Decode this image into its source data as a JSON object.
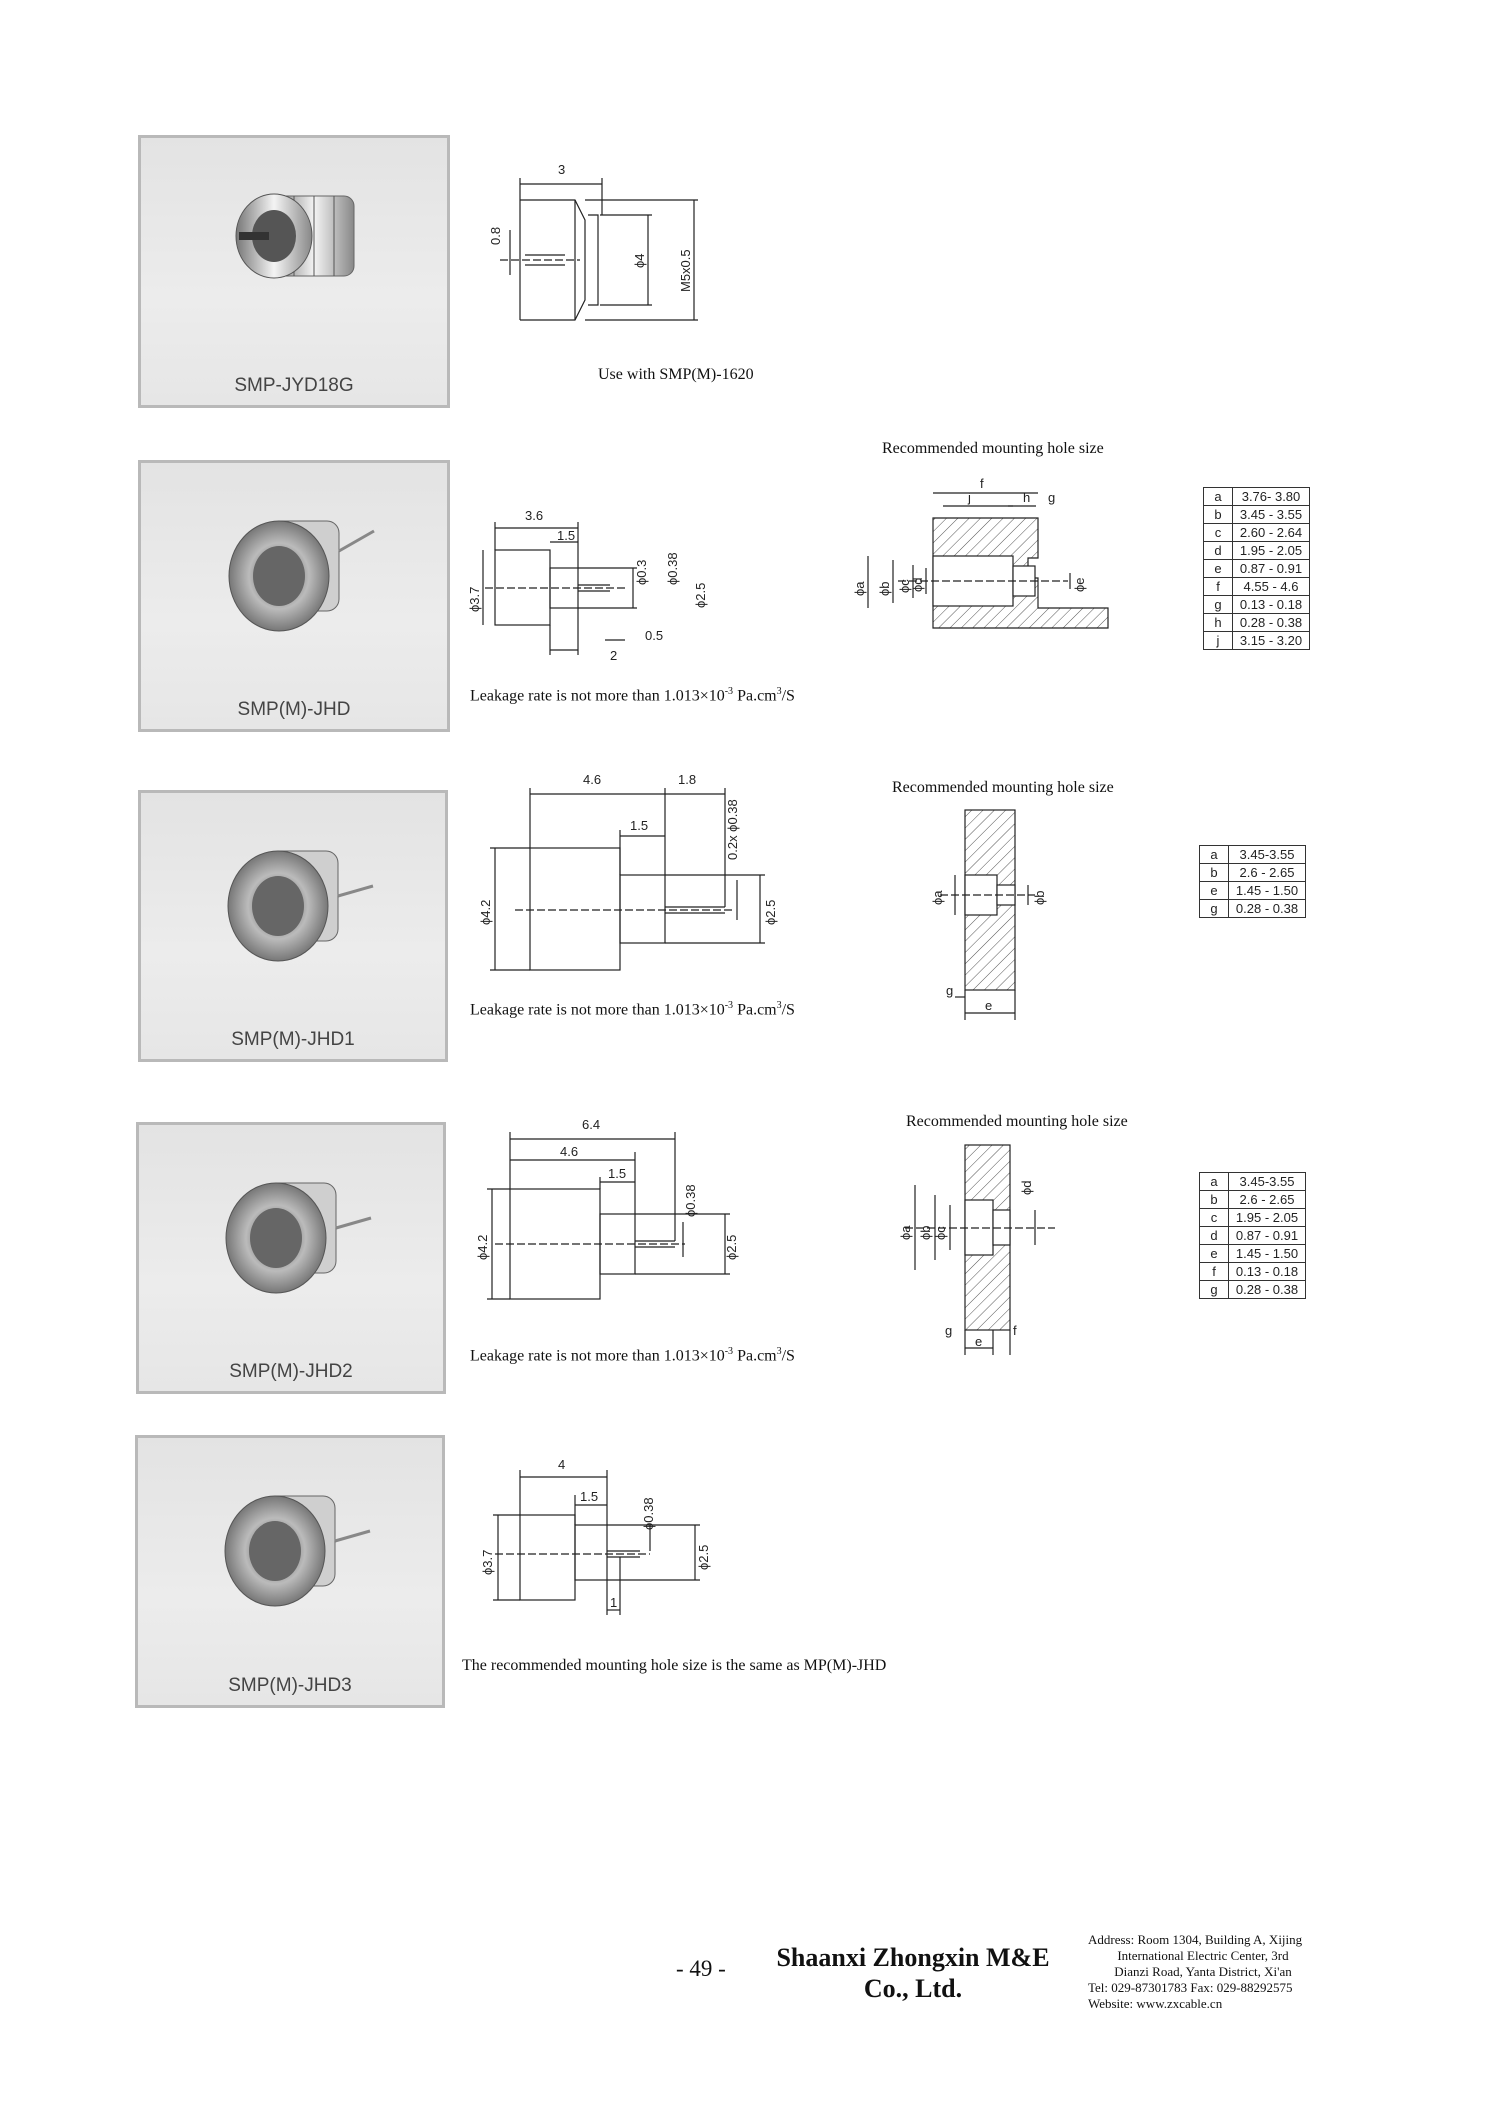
{
  "products": [
    {
      "name": "SMP-JYD18G",
      "note": "Use with SMP(M)-1620",
      "dims": [
        "3",
        "0.8",
        "ϕ4",
        "M5x0.5"
      ]
    },
    {
      "name": "SMP(M)-JHD",
      "note_pre": "Leakage rate is not more than 1.013×10",
      "note_exp": "-3",
      "note_mid": " Pa.cm",
      "note_exp2": "3",
      "note_post": "/S",
      "dims": [
        "3.6",
        "1.5",
        "ϕ0.3",
        "ϕ0.38",
        "ϕ3.7",
        "ϕ2.5",
        "2",
        "0.5"
      ],
      "hole_title": "Recommended mounting hole size",
      "hole_labels": [
        "f",
        "j",
        "h",
        "g",
        "ϕa",
        "ϕb",
        "ϕc",
        "ϕd",
        "ϕe"
      ],
      "table": [
        {
          "k": "a",
          "v": "3.76- 3.80"
        },
        {
          "k": "b",
          "v": "3.45 - 3.55"
        },
        {
          "k": "c",
          "v": "2.60 - 2.64"
        },
        {
          "k": "d",
          "v": "1.95 - 2.05"
        },
        {
          "k": "e",
          "v": "0.87 - 0.91"
        },
        {
          "k": "f",
          "v": "4.55 - 4.6"
        },
        {
          "k": "g",
          "v": "0.13 - 0.18"
        },
        {
          "k": "h",
          "v": "0.28 - 0.38"
        },
        {
          "k": "j",
          "v": "3.15 - 3.20"
        }
      ]
    },
    {
      "name": "SMP(M)-JHD1",
      "note_pre": "Leakage rate is not more than 1.013×10",
      "note_exp": "-3",
      "note_mid": " Pa.cm",
      "note_exp2": "3",
      "note_post": "/S",
      "dims": [
        "4.6",
        "1.8",
        "1.5",
        "0.2x ϕ0.38",
        "ϕ4.2",
        "ϕ2.5"
      ],
      "hole_title": "Recommended mounting hole size",
      "hole_labels": [
        "ϕa",
        "ϕb",
        "g",
        "e"
      ],
      "table": [
        {
          "k": "a",
          "v": "3.45-3.55"
        },
        {
          "k": "b",
          "v": "2.6 - 2.65"
        },
        {
          "k": "e",
          "v": "1.45 - 1.50"
        },
        {
          "k": "g",
          "v": "0.28 - 0.38"
        }
      ]
    },
    {
      "name": "SMP(M)-JHD2",
      "note_pre": "Leakage rate is not more than 1.013×10",
      "note_exp": "-3",
      "note_mid": " Pa.cm",
      "note_exp2": "3",
      "note_post": "/S",
      "dims": [
        "6.4",
        "4.6",
        "1.5",
        "ϕ0.38",
        "ϕ4.2",
        "ϕ2.5"
      ],
      "hole_title": "Recommended mounting hole size",
      "hole_labels": [
        "ϕa",
        "ϕb",
        "ϕc",
        "ϕd",
        "g",
        "e",
        "f"
      ],
      "table": [
        {
          "k": "a",
          "v": "3.45-3.55"
        },
        {
          "k": "b",
          "v": "2.6 - 2.65"
        },
        {
          "k": "c",
          "v": "1.95 - 2.05"
        },
        {
          "k": "d",
          "v": "0.87 - 0.91"
        },
        {
          "k": "e",
          "v": "1.45 - 1.50"
        },
        {
          "k": "f",
          "v": "0.13 - 0.18"
        },
        {
          "k": "g",
          "v": "0.28 - 0.38"
        }
      ]
    },
    {
      "name": "SMP(M)-JHD3",
      "note": "The recommended mounting hole size is the same as MP(M)-JHD",
      "dims": [
        "4",
        "1.5",
        "ϕ0.38",
        "ϕ3.7",
        "ϕ2.5",
        "1"
      ]
    }
  ],
  "footer": {
    "page": "- 49 -",
    "company_line1": "Shaanxi Zhongxin M&E",
    "company_line2": "Co., Ltd.",
    "addr1": "Address: Room 1304, Building A, Xijing",
    "addr2": "International Electric Center, 3rd",
    "addr3": "Dianzi Road, Yanta District, Xi'an",
    "tel": "Tel: 029-87301783    Fax: 029-88292575",
    "web": "Website: www.zxcable.cn"
  }
}
